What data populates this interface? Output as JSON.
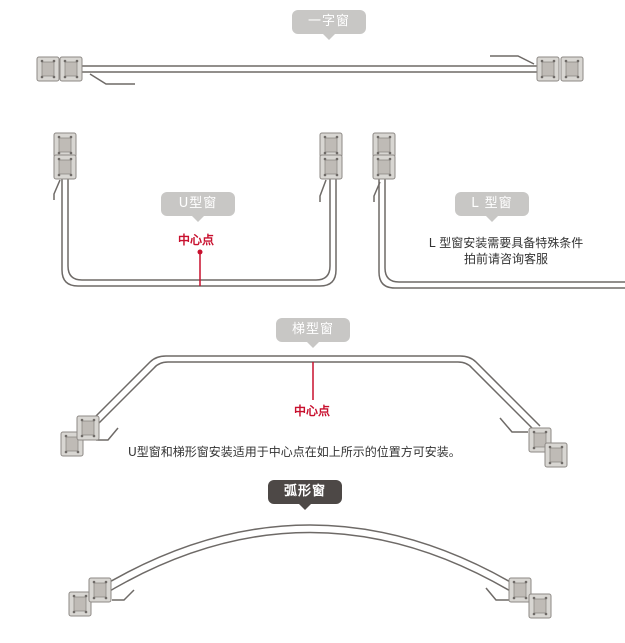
{
  "labels": {
    "straight": "一字窗",
    "u": "U型窗",
    "l": "L 型窗",
    "trapezoid": "梯型窗",
    "arc": "弧形窗"
  },
  "center_point": "中心点",
  "notes": {
    "l_line1": "L 型窗安装需要具备特殊条件",
    "l_line2": "拍前请咨询客服",
    "install": "U型窗和梯形窗安装适用于中心点在如上所示的位置方可安装。"
  },
  "colors": {
    "rail": "#6e6a67",
    "motor_body": "#d8d6d2",
    "accent_red": "#c8102e",
    "pill_light": "#c8c7c5",
    "pill_dark": "#4d4846"
  }
}
